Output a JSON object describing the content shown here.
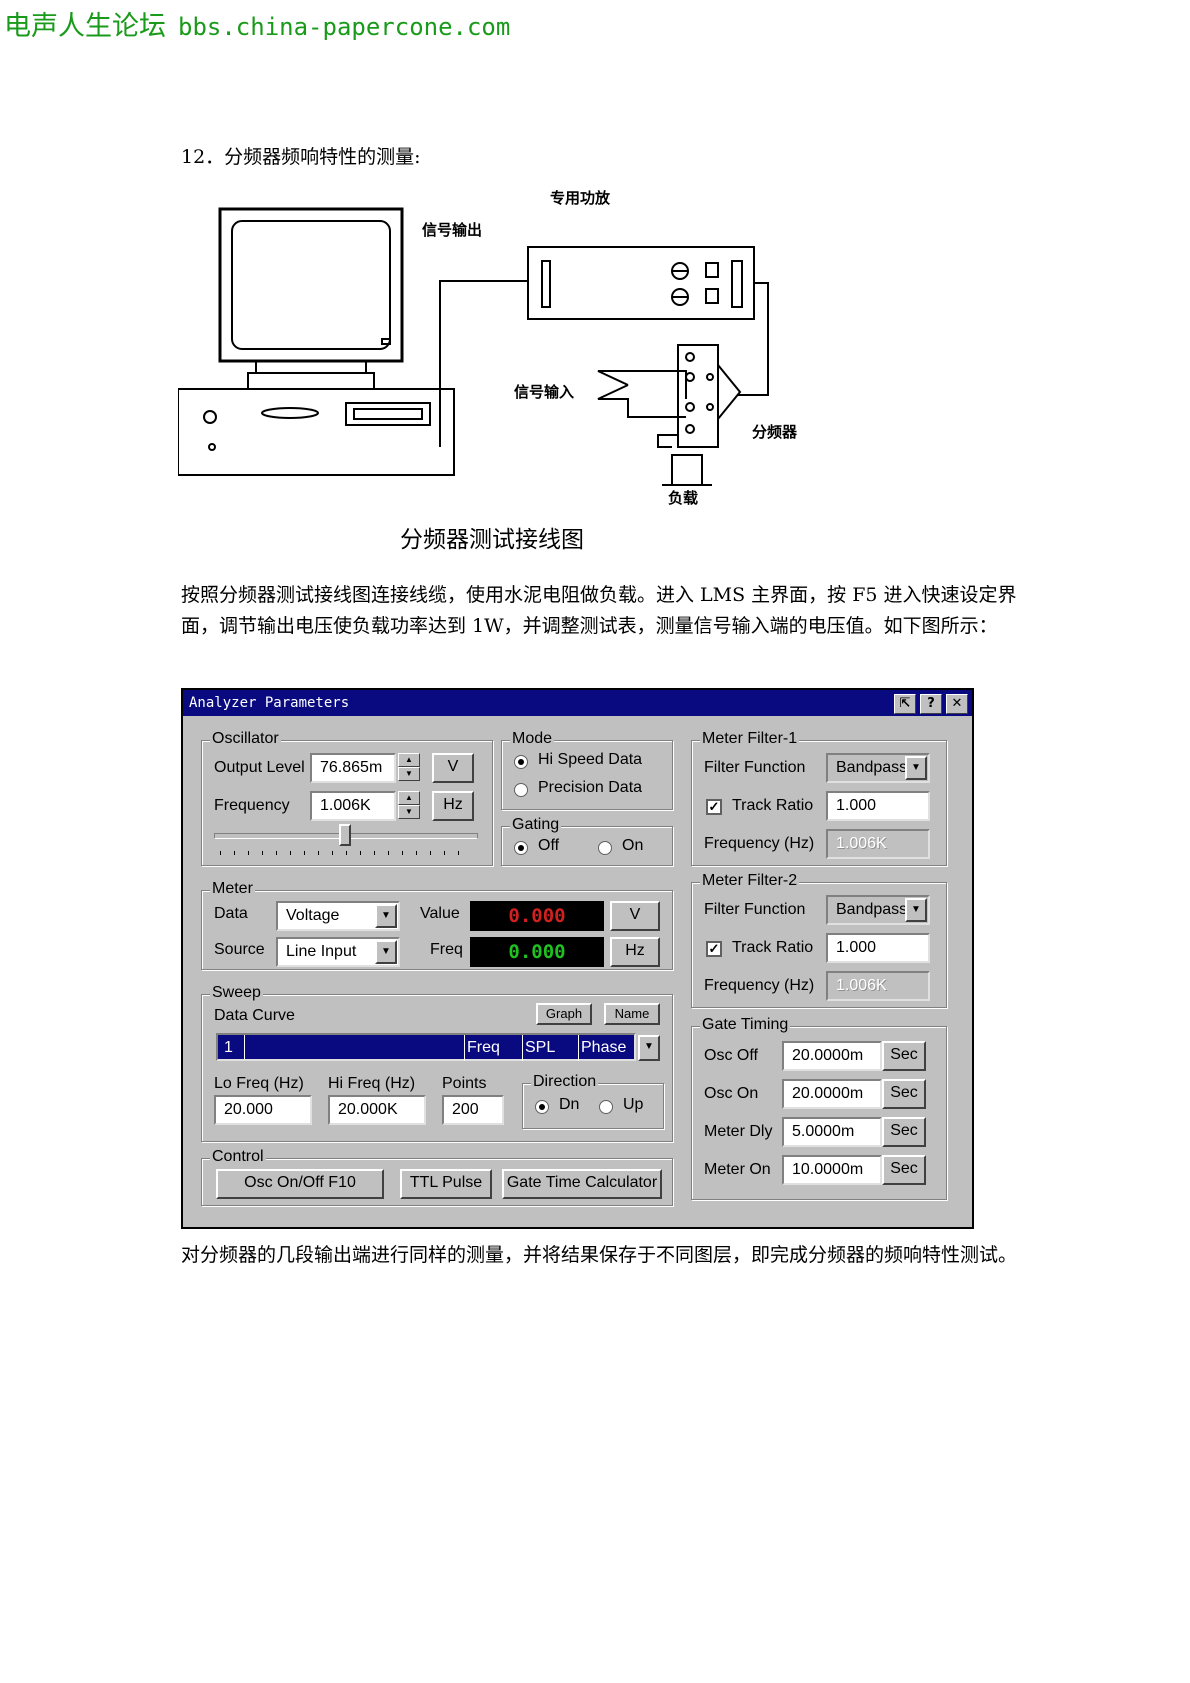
{
  "watermark": {
    "site": "电声人生论坛",
    "url": "bbs.china-papercone.com"
  },
  "heading": "12．分频器频响特性的测量:",
  "diagram": {
    "labels": {
      "amp": "专用功放",
      "signal_out": "信号输出",
      "signal_in": "信号输入",
      "crossover": "分频器",
      "load": "负载"
    },
    "caption": "分频器测试接线图"
  },
  "paragraph1": "按照分频器测试接线图连接线缆，使用水泥电阻做负载。进入 LMS 主界面，按 F5 进入快速设定界面，调节输出电压使负载功率达到 1W，并调整测试表，测量信号输入端的电压值。如下图所示：",
  "paragraph2": "对分频器的几段输出端进行同样的测量，并将结果保存于不同图层，即完成分频器的频响特性测试。",
  "dialog": {
    "title": "Analyzer Parameters",
    "title_buttons": [
      "⇱",
      "?",
      "✕"
    ],
    "oscillator": {
      "title": "Oscillator",
      "output_level_label": "Output Level",
      "output_level": "76.865m",
      "output_unit": "V",
      "frequency_label": "Frequency",
      "frequency": "1.006K",
      "frequency_unit": "Hz",
      "slider_position": 0.5
    },
    "mode": {
      "title": "Mode",
      "options": [
        "Hi Speed Data",
        "Precision Data"
      ],
      "selected": "Hi Speed Data"
    },
    "gating": {
      "title": "Gating",
      "options": [
        "Off",
        "On"
      ],
      "selected": "Off"
    },
    "meter_filter_1": {
      "title": "Meter Filter-1",
      "filter_function_label": "Filter Function",
      "filter_function": "Bandpass",
      "track_ratio_label": "Track Ratio",
      "track_ratio_checked": true,
      "track_ratio": "1.000",
      "frequency_label": "Frequency (Hz)",
      "frequency": "1.006K"
    },
    "meter": {
      "title": "Meter",
      "data_label": "Data",
      "data": "Voltage",
      "source_label": "Source",
      "source": "Line Input",
      "value_label": "Value",
      "value": "0.000",
      "value_unit": "V",
      "value_color": "#d02020",
      "freq_label": "Freq",
      "freq": "0.000",
      "freq_unit": "Hz",
      "freq_color": "#20c020"
    },
    "meter_filter_2": {
      "title": "Meter Filter-2",
      "filter_function_label": "Filter Function",
      "filter_function": "Bandpass",
      "track_ratio_label": "Track Ratio",
      "track_ratio_checked": true,
      "track_ratio": "1.000",
      "frequency_label": "Frequency (Hz)",
      "frequency": "1.006K"
    },
    "sweep": {
      "title": "Sweep",
      "data_curve_label": "Data Curve",
      "graph_button": "Graph",
      "name_button": "Name",
      "curve": {
        "index": "1",
        "cols": [
          "Freq",
          "SPL",
          "Phase"
        ]
      },
      "lo_freq_label": "Lo Freq (Hz)",
      "lo_freq": "20.000",
      "hi_freq_label": "Hi Freq (Hz)",
      "hi_freq": "20.000K",
      "points_label": "Points",
      "points": "200",
      "direction": {
        "title": "Direction",
        "options": [
          "Dn",
          "Up"
        ],
        "selected": "Dn"
      }
    },
    "gate_timing": {
      "title": "Gate Timing",
      "rows": [
        {
          "label": "Osc Off",
          "value": "20.0000m",
          "unit": "Sec"
        },
        {
          "label": "Osc On",
          "value": "20.0000m",
          "unit": "Sec"
        },
        {
          "label": "Meter Dly",
          "value": "5.0000m",
          "unit": "Sec"
        },
        {
          "label": "Meter On",
          "value": "10.0000m",
          "unit": "Sec"
        }
      ]
    },
    "control": {
      "title": "Control",
      "buttons": [
        "Osc On/Off F10",
        "TTL Pulse",
        "Gate Time Calculator"
      ]
    }
  }
}
